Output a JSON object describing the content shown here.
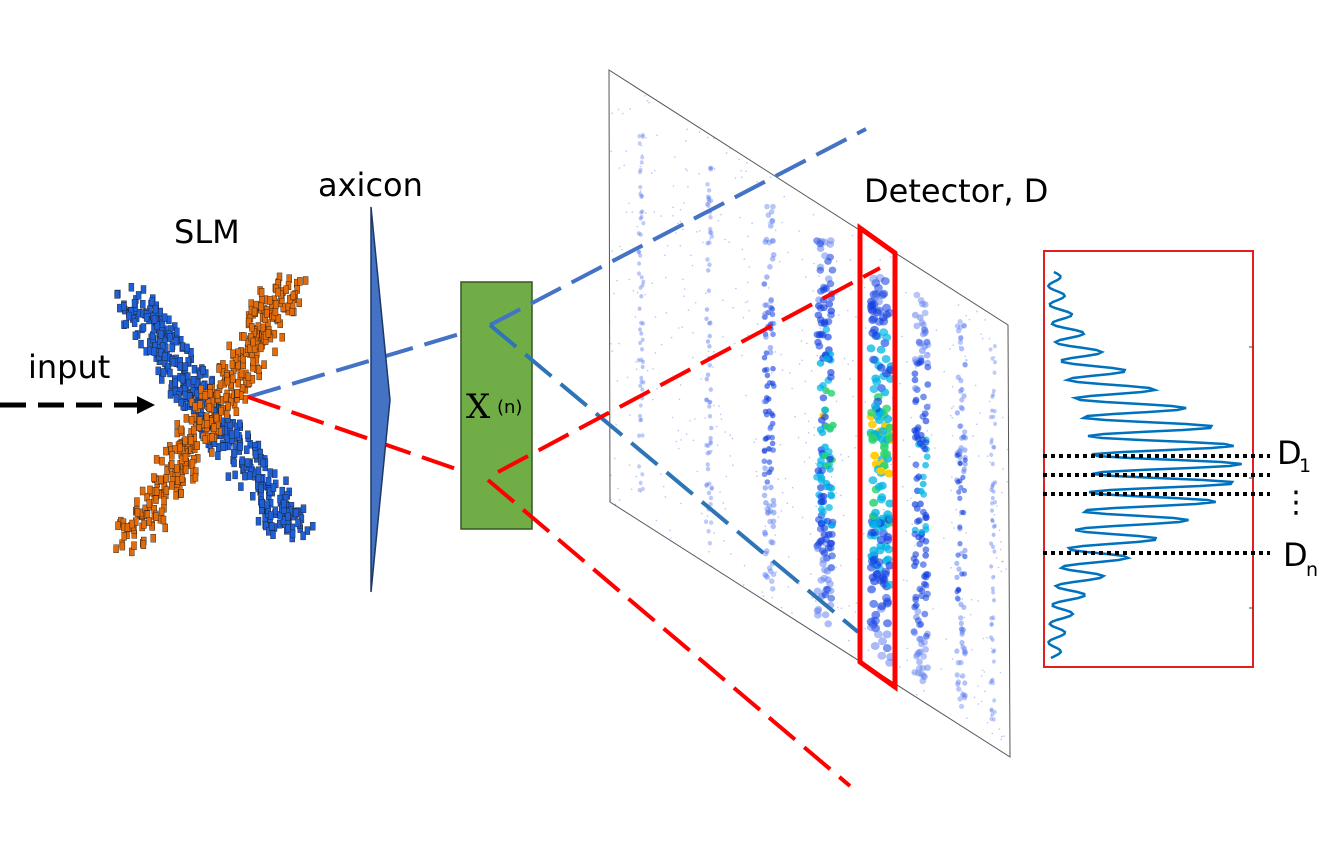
{
  "labels": {
    "input": "input",
    "slm": "SLM",
    "axicon": "axicon",
    "crystal_base": "X",
    "crystal_sup": "(n)",
    "detector": "Detector, D",
    "d1_base": "D",
    "d1_sub": "1",
    "ellipsis": "⋮",
    "dn_base": "D",
    "dn_sub": "n"
  },
  "colors": {
    "blue_beam": "#4472c4",
    "blue_beam_dark": "#2e75b6",
    "red_beam": "#ff0000",
    "crystal_fill": "#70ad47",
    "crystal_edge": "#375623",
    "axicon_fill": "#4472c4",
    "slm_blue": "#1f5fd6",
    "slm_orange": "#e36c0a",
    "profile_line": "#0072bd",
    "box_red": "#e02020"
  }
}
